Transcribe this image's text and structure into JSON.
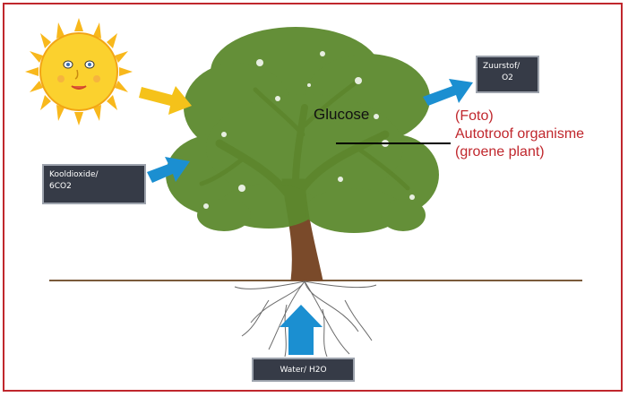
{
  "labels": {
    "oxygen": [
      "Zuurstof/",
      "O2"
    ],
    "co2": [
      "Kooldioxide/",
      "6CO2"
    ],
    "water": "Water/ H2O",
    "glucose": "Glucose",
    "organism": [
      "(Foto)",
      "Autotroof organisme",
      "(groene plant)"
    ]
  },
  "colors": {
    "frame": "#c0272d",
    "annotation_text": "#c0272d",
    "box_fill": "#363b47",
    "arrow_blue": "#1b8fd1",
    "arrow_sun": "#f5c21a",
    "foliage": "#5c8a2e",
    "trunk": "#7a4a2a",
    "ground": "#7a5a3a"
  },
  "icons": {
    "sun": "sun-face-icon",
    "tree": "tree-illustration",
    "arrows": "arrow-right-icon"
  }
}
